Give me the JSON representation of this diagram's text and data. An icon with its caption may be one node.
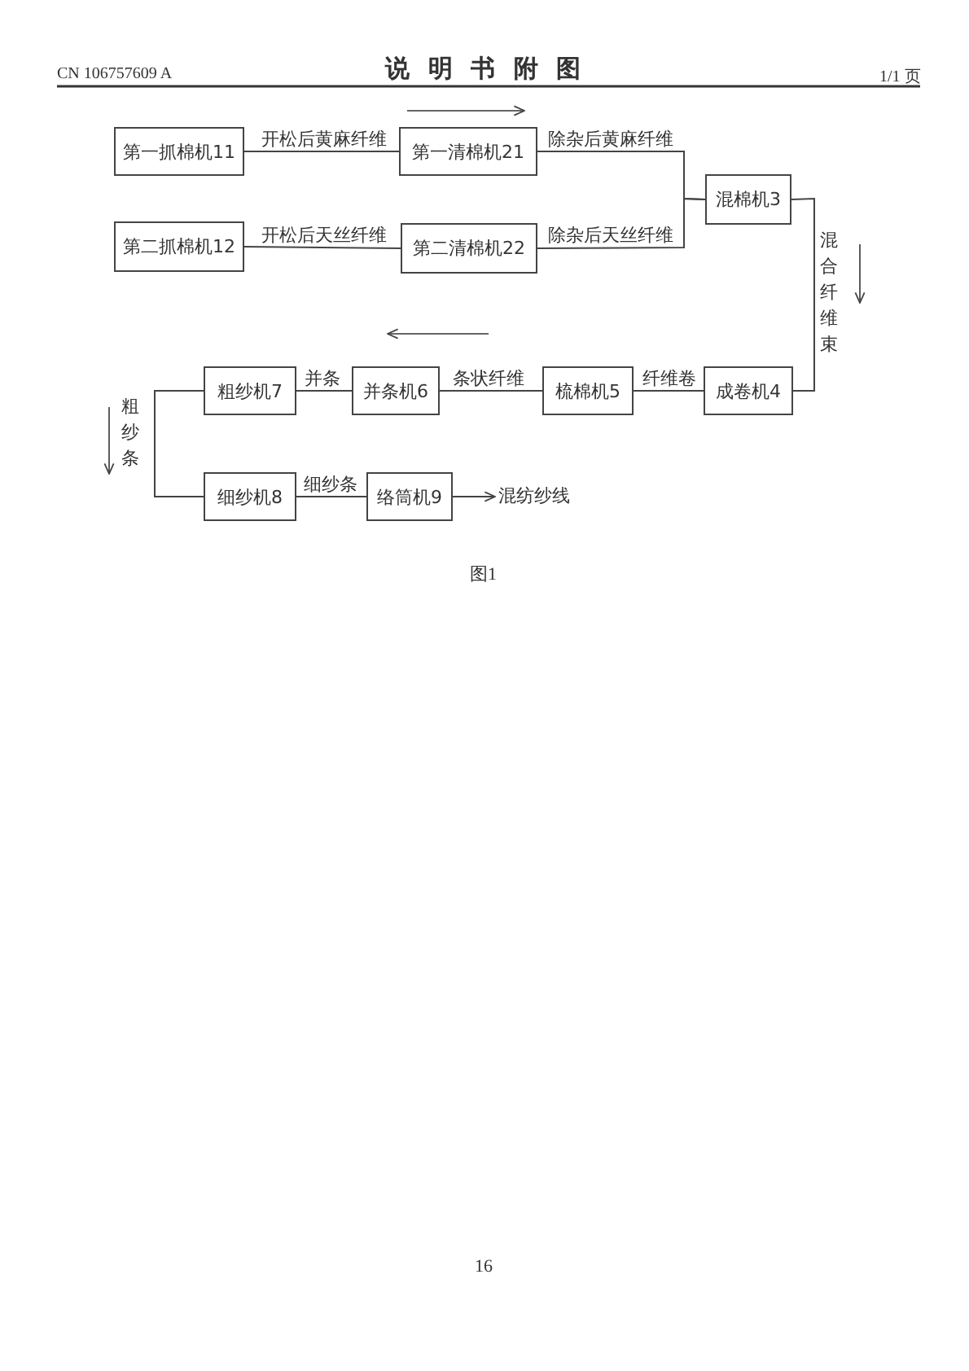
{
  "diagram": {
    "title": "说明书附图",
    "caption": "图1",
    "nodes": [
      {
        "text": [
          "第一抓棉机11"
        ]
      },
      {
        "text": [
          "第一清棉机21"
        ]
      },
      {
        "text": [
          "第二抓棉机12"
        ]
      },
      {
        "text": [
          "第二清棉机22"
        ]
      },
      {
        "text": [
          "混棉机3"
        ]
      },
      {
        "text": [
          "成卷机4"
        ]
      },
      {
        "text": [
          "梳棉机5"
        ]
      },
      {
        "text": [
          "并条机6"
        ]
      },
      {
        "text": [
          "粗纱机7"
        ]
      },
      {
        "text": [
          "细纱机8"
        ]
      },
      {
        "text": [
          "络筒机9"
        ]
      },
      {
        "text": [
          "混纺纱线"
        ]
      }
    ],
    "edges": [
      {
        "from": 0,
        "to": 1,
        "arrow": "none",
        "label": "开松后黄麻纤维"
      },
      {
        "from": 1,
        "to": 4,
        "arrow": "none",
        "label": "除杂后黄麻纤维"
      },
      {
        "from": 2,
        "to": 3,
        "arrow": "none",
        "label": "开松后天丝纤维"
      },
      {
        "from": 3,
        "to": 4,
        "arrow": "none",
        "label": "除杂后天丝纤维"
      },
      {
        "from": 4,
        "to": 5,
        "arrow": "none",
        "label": "混合纤维束"
      },
      {
        "from": 5,
        "to": 6,
        "arrow": "none",
        "label": "纤维卷"
      },
      {
        "from": 6,
        "to": 7,
        "arrow": "none",
        "label": "条状纤维"
      },
      {
        "from": 7,
        "to": 8,
        "arrow": "none",
        "label": "并条"
      },
      {
        "from": 8,
        "to": 9,
        "arrow": "none",
        "label": "粗纱条"
      },
      {
        "from": 9,
        "to": 10,
        "arrow": "none",
        "label": "细纱条"
      },
      {
        "from": 10,
        "to": 11,
        "arrow": "to"
      }
    ],
    "labels": [
      "CN 106757609 A",
      "1/1 页",
      "16"
    ]
  }
}
